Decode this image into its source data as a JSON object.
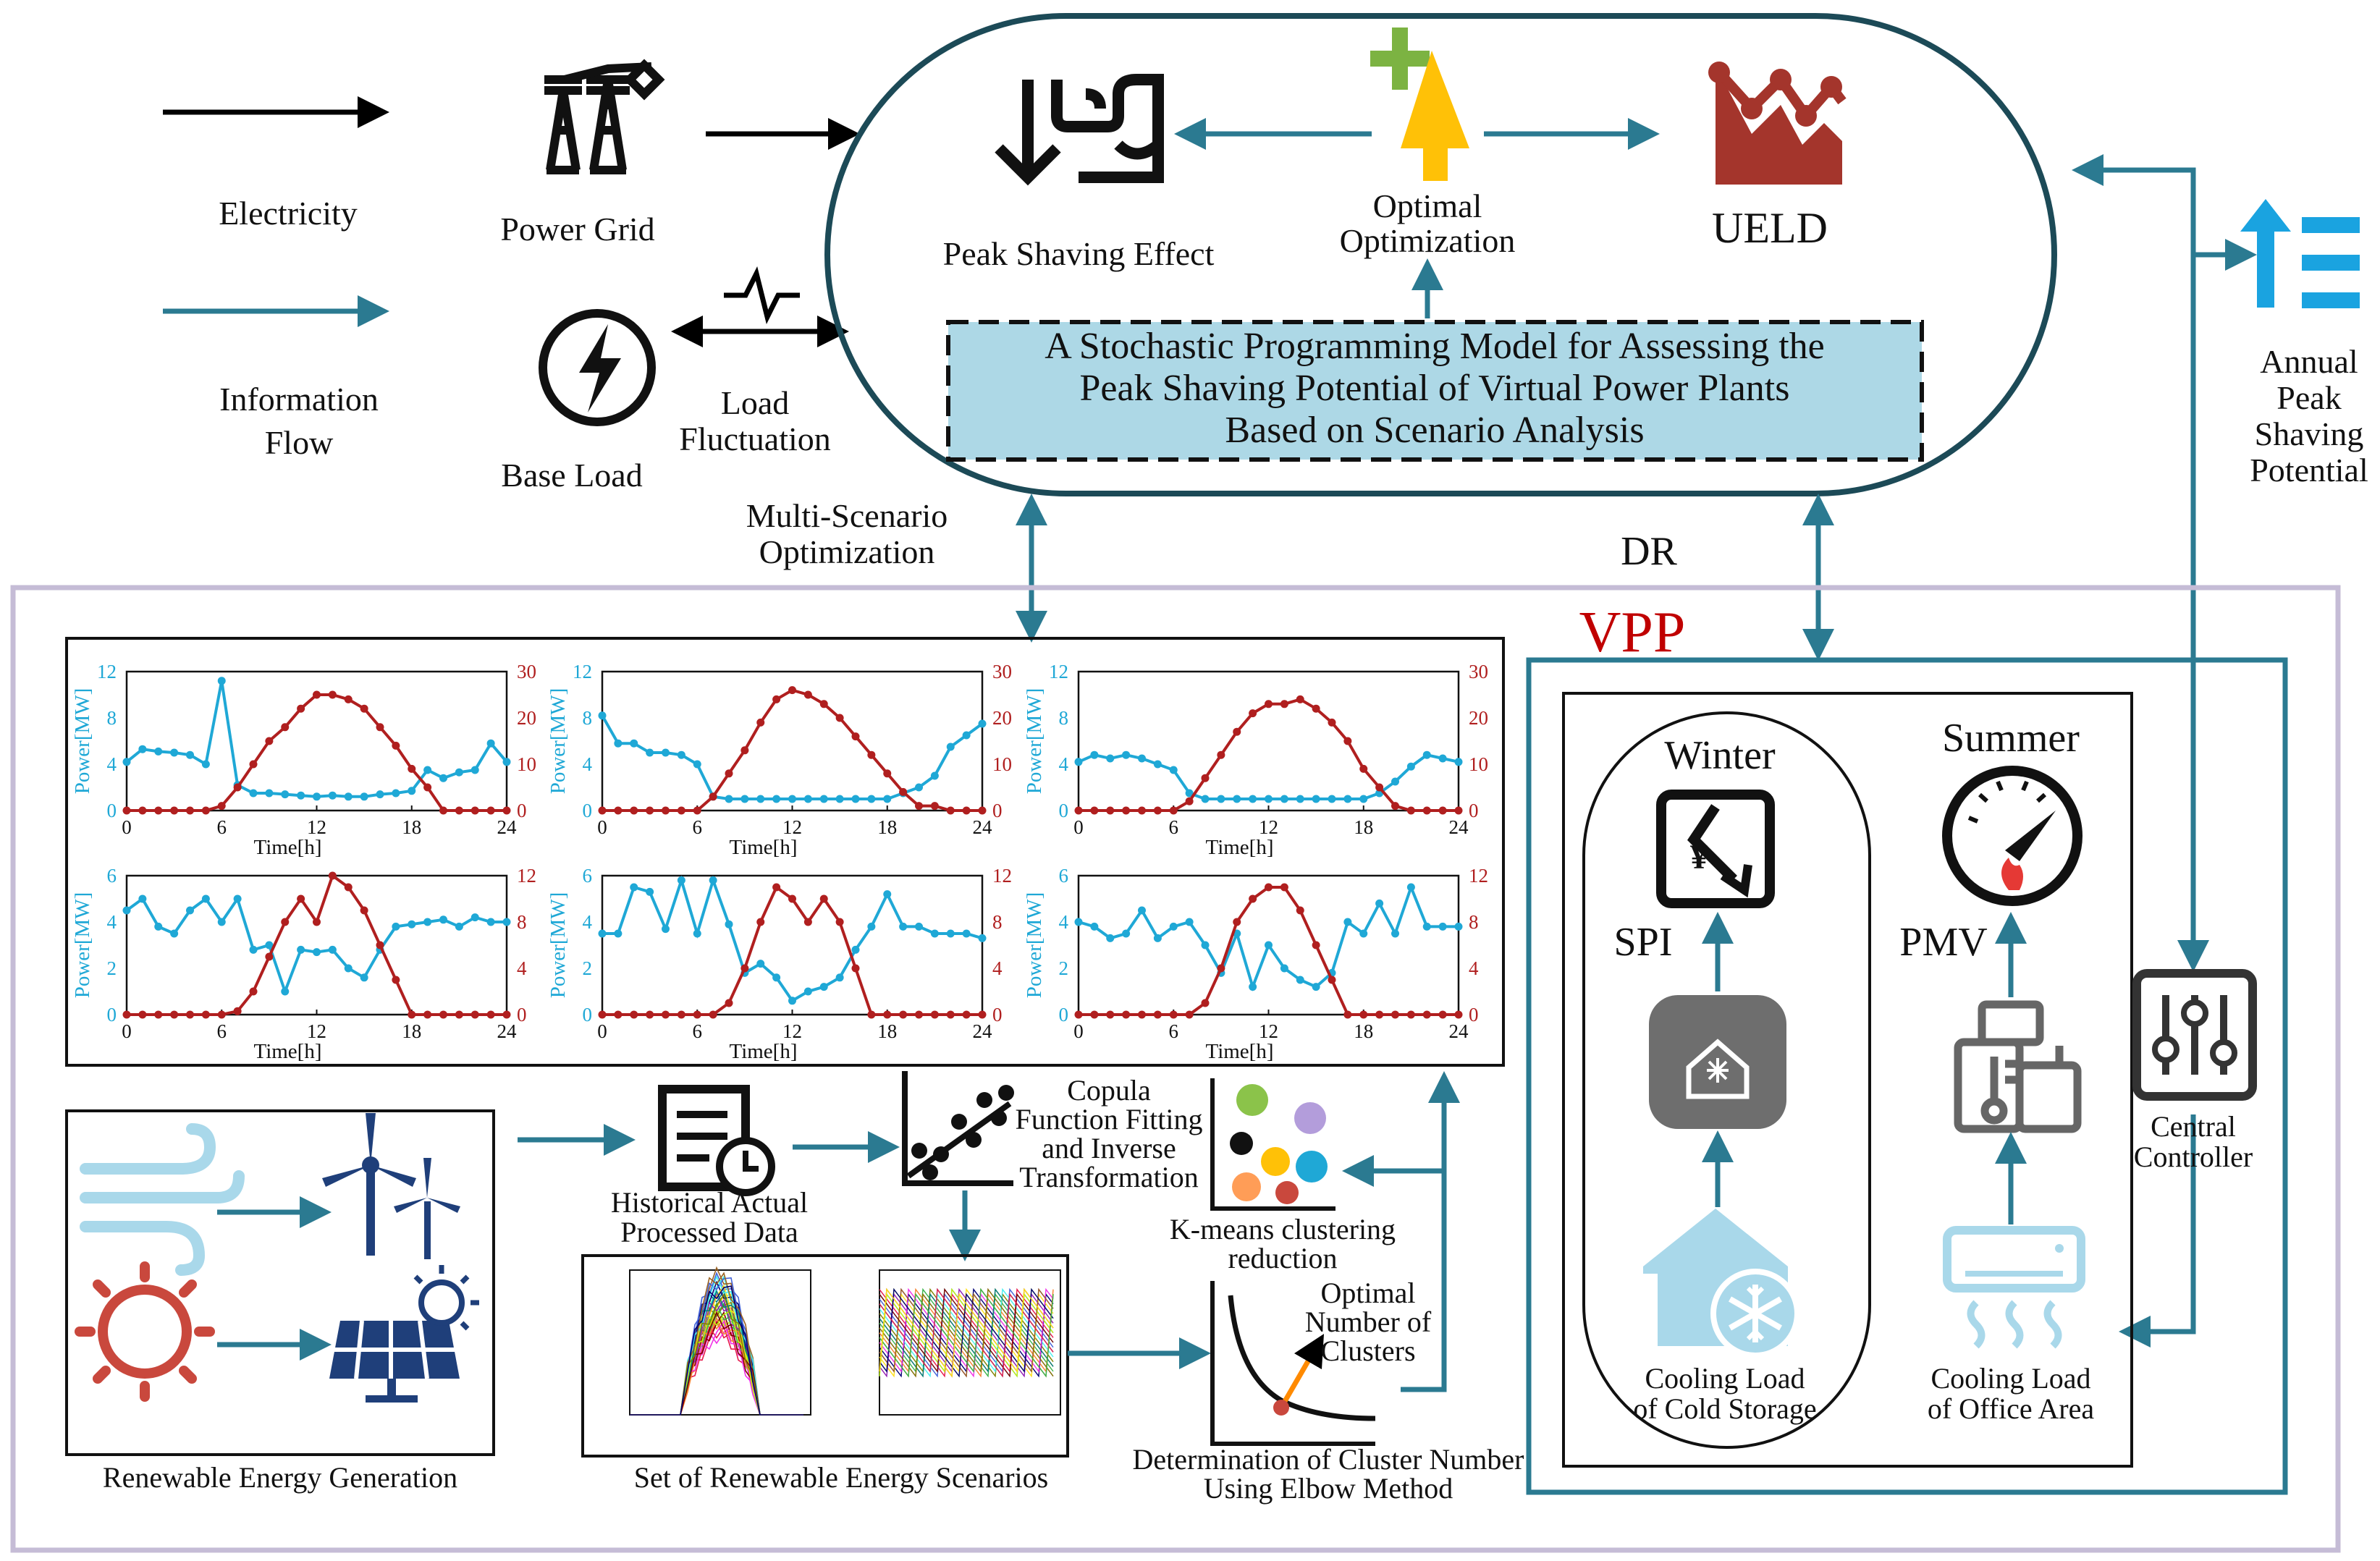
{
  "legend": {
    "electricity": "Electricity",
    "information_flow": [
      "Information",
      "Flow"
    ]
  },
  "sources": {
    "power_grid": "Power Grid",
    "base_load": "Base Load",
    "load_fluctuation": [
      "Load",
      "Fluctuation"
    ]
  },
  "model": {
    "title": [
      "A Stochastic Programming Model for Assessing the",
      "Peak Shaving Potential of Virtual Power Plants",
      "Based on Scenario Analysis"
    ],
    "peak_shaving_effect": "Peak Shaving Effect",
    "optimal_optimization": [
      "Optimal",
      "Optimization"
    ],
    "ueld": "UELD"
  },
  "annual": [
    "Annual",
    "Peak",
    "Shaving",
    "Potential"
  ],
  "multi_scenario": [
    "Multi-Scenario",
    "Optimization"
  ],
  "dr": "DR",
  "vpp": {
    "title": "VPP",
    "winter": "Winter",
    "summer": "Summer",
    "spi": "SPI",
    "pmv": "PMV",
    "cold_storage": [
      "Cooling Load",
      "of Cold Storage"
    ],
    "office": [
      "Cooling Load",
      "of Office Area"
    ],
    "central_controller": [
      "Central",
      "Controller"
    ]
  },
  "pipeline": {
    "renewable_generation": "Renewable Energy Generation",
    "historical": [
      "Historical Actual",
      "Processed Data"
    ],
    "copula": [
      "Copula",
      "Function Fitting",
      "and Inverse",
      "Transformation"
    ],
    "kmeans": [
      "K-means clustering",
      "reduction"
    ],
    "scenario_set": "Set of Renewable Energy Scenarios",
    "optimal_clusters": [
      "Optimal",
      "Number of",
      "Clusters"
    ],
    "elbow": [
      "Determination of Cluster Number",
      "Using Elbow Method"
    ]
  },
  "colors": {
    "info_arrow": "#2b7a91",
    "vpp_title": "#c00000",
    "wind_solar_line": "#1fa8d6",
    "load_line": "#b01f1f",
    "model_box": "#add8e6",
    "accent_plus": "#7cb342",
    "accent_yellow": "#ffc107",
    "ueld_icon": "#a4352c"
  },
  "chart_data": [
    {
      "type": "line",
      "x": [
        0,
        1,
        2,
        3,
        4,
        5,
        6,
        7,
        8,
        9,
        10,
        11,
        12,
        13,
        14,
        15,
        16,
        17,
        18,
        19,
        20,
        21,
        22,
        23,
        24
      ],
      "ylim_left": [
        0,
        12
      ],
      "ylim_right": [
        0,
        30
      ],
      "xlabel": "Time[h]",
      "ylabel": "Power[MW]",
      "xticks": [
        "0",
        "6",
        "12",
        "18",
        "24"
      ],
      "yticks_left": [
        "0",
        "4",
        "8",
        "12"
      ],
      "yticks_right": [
        "0",
        "10",
        "20",
        "30"
      ],
      "series": [
        {
          "axis": "left",
          "values": [
            4.2,
            5.3,
            5.1,
            5,
            4.8,
            4,
            11.2,
            2.2,
            1.5,
            1.5,
            1.4,
            1.3,
            1.2,
            1.3,
            1.2,
            1.2,
            1.4,
            1.5,
            1.7,
            3.5,
            2.8,
            3.3,
            3.5,
            5.8,
            4.2
          ]
        },
        {
          "axis": "right",
          "values": [
            0,
            0,
            0,
            0,
            0,
            0,
            1,
            5,
            10,
            15,
            18,
            22,
            25,
            25,
            24,
            22,
            18,
            14,
            9,
            5,
            0,
            0,
            0,
            0,
            0
          ]
        }
      ]
    },
    {
      "type": "line",
      "x": [
        0,
        1,
        2,
        3,
        4,
        5,
        6,
        7,
        8,
        9,
        10,
        11,
        12,
        13,
        14,
        15,
        16,
        17,
        18,
        19,
        20,
        21,
        22,
        23,
        24
      ],
      "ylim_left": [
        0,
        12
      ],
      "ylim_right": [
        0,
        30
      ],
      "xlabel": "Time[h]",
      "ylabel": "Power[MW]",
      "xticks": [
        "0",
        "6",
        "12",
        "18",
        "24"
      ],
      "yticks_left": [
        "0",
        "4",
        "8",
        "12"
      ],
      "yticks_right": [
        "0",
        "10",
        "20",
        "30"
      ],
      "series": [
        {
          "axis": "left",
          "values": [
            8.2,
            5.8,
            5.8,
            5,
            5,
            4.8,
            4,
            1.2,
            1,
            1,
            1,
            1,
            1,
            1,
            1,
            1,
            1,
            1,
            1,
            1.5,
            2,
            3,
            5.5,
            6.5,
            7.5
          ]
        },
        {
          "axis": "right",
          "values": [
            0,
            0,
            0,
            0,
            0,
            0,
            0,
            3,
            8,
            13,
            19,
            24,
            26,
            25,
            23,
            20,
            16,
            12,
            8,
            4,
            1,
            1,
            0,
            0,
            0
          ]
        }
      ]
    },
    {
      "type": "line",
      "x": [
        0,
        1,
        2,
        3,
        4,
        5,
        6,
        7,
        8,
        9,
        10,
        11,
        12,
        13,
        14,
        15,
        16,
        17,
        18,
        19,
        20,
        21,
        22,
        23,
        24
      ],
      "ylim_left": [
        0,
        12
      ],
      "ylim_right": [
        0,
        30
      ],
      "xlabel": "Time[h]",
      "ylabel": "Power[MW]",
      "xticks": [
        "0",
        "6",
        "12",
        "18",
        "24"
      ],
      "yticks_left": [
        "0",
        "4",
        "8",
        "12"
      ],
      "yticks_right": [
        "0",
        "10",
        "20",
        "30"
      ],
      "series": [
        {
          "axis": "left",
          "values": [
            4.2,
            4.8,
            4.5,
            4.8,
            4.5,
            4,
            3.5,
            1.5,
            1,
            1,
            1,
            1,
            1,
            1,
            1,
            1,
            1,
            1,
            1,
            1.5,
            2.5,
            3.8,
            4.8,
            4.5,
            4.2
          ]
        },
        {
          "axis": "right",
          "values": [
            0,
            0,
            0,
            0,
            0,
            0,
            0,
            2,
            7,
            12,
            17,
            21,
            23,
            23,
            24,
            22,
            19,
            15,
            9,
            5,
            1,
            0,
            0,
            0,
            0
          ]
        }
      ]
    },
    {
      "type": "line",
      "x": [
        0,
        1,
        2,
        3,
        4,
        5,
        6,
        7,
        8,
        9,
        10,
        11,
        12,
        13,
        14,
        15,
        16,
        17,
        18,
        19,
        20,
        21,
        22,
        23,
        24
      ],
      "ylim_left": [
        0,
        6
      ],
      "ylim_right": [
        0,
        12
      ],
      "xlabel": "Time[h]",
      "ylabel": "Power[MW]",
      "xticks": [
        "0",
        "6",
        "12",
        "18",
        "24"
      ],
      "yticks_left": [
        "0",
        "2",
        "4",
        "6"
      ],
      "yticks_right": [
        "0",
        "4",
        "8",
        "12"
      ],
      "series": [
        {
          "axis": "left",
          "values": [
            4.5,
            5,
            3.8,
            3.5,
            4.5,
            5,
            4,
            5,
            2.8,
            3,
            1,
            2.8,
            2.7,
            2.8,
            2,
            1.6,
            2.8,
            3.8,
            3.9,
            4,
            4.1,
            3.8,
            4.2,
            4,
            4
          ]
        },
        {
          "axis": "right",
          "values": [
            0,
            0,
            0,
            0,
            0,
            0,
            0,
            0.3,
            2,
            5,
            8,
            10,
            8,
            12,
            11,
            9,
            6,
            3,
            0,
            0,
            0,
            0,
            0,
            0,
            0
          ]
        }
      ]
    },
    {
      "type": "line",
      "x": [
        0,
        1,
        2,
        3,
        4,
        5,
        6,
        7,
        8,
        9,
        10,
        11,
        12,
        13,
        14,
        15,
        16,
        17,
        18,
        19,
        20,
        21,
        22,
        23,
        24
      ],
      "ylim_left": [
        0,
        6
      ],
      "ylim_right": [
        0,
        12
      ],
      "xlabel": "Time[h]",
      "ylabel": "Power[MW]",
      "xticks": [
        "0",
        "6",
        "12",
        "18",
        "24"
      ],
      "yticks_left": [
        "0",
        "2",
        "4",
        "6"
      ],
      "yticks_right": [
        "0",
        "4",
        "8",
        "12"
      ],
      "series": [
        {
          "axis": "left",
          "values": [
            3.5,
            3.5,
            5.5,
            5.3,
            3.7,
            5.8,
            3.5,
            5.8,
            3.9,
            1.8,
            2.2,
            1.6,
            0.6,
            1,
            1.2,
            1.6,
            2.8,
            3.8,
            5.2,
            3.8,
            3.8,
            3.5,
            3.5,
            3.5,
            3.3
          ]
        },
        {
          "axis": "right",
          "values": [
            0,
            0,
            0,
            0,
            0,
            0,
            0,
            0,
            1,
            4,
            8,
            11,
            10,
            8,
            10,
            8,
            4,
            0,
            0,
            0,
            0,
            0,
            0,
            0,
            0
          ]
        }
      ]
    },
    {
      "type": "line",
      "x": [
        0,
        1,
        2,
        3,
        4,
        5,
        6,
        7,
        8,
        9,
        10,
        11,
        12,
        13,
        14,
        15,
        16,
        17,
        18,
        19,
        20,
        21,
        22,
        23,
        24
      ],
      "ylim_left": [
        0,
        6
      ],
      "ylim_right": [
        0,
        12
      ],
      "xlabel": "Time[h]",
      "ylabel": "Power[MW]",
      "xticks": [
        "0",
        "6",
        "12",
        "18",
        "24"
      ],
      "yticks_left": [
        "0",
        "2",
        "4",
        "6"
      ],
      "yticks_right": [
        "0",
        "4",
        "8",
        "12"
      ],
      "series": [
        {
          "axis": "left",
          "values": [
            4,
            3.8,
            3.3,
            3.5,
            4.5,
            3.3,
            3.8,
            4,
            3,
            1.8,
            3.5,
            1.2,
            3,
            2,
            1.5,
            1.2,
            1.8,
            4,
            3.5,
            4.8,
            3.5,
            5.5,
            3.8,
            3.8,
            3.8
          ]
        },
        {
          "axis": "right",
          "values": [
            0,
            0,
            0,
            0,
            0,
            0,
            0,
            0,
            1,
            4,
            8,
            10,
            11,
            11,
            9,
            6,
            3,
            0,
            0,
            0,
            0,
            0,
            0,
            0,
            0
          ]
        }
      ]
    }
  ]
}
